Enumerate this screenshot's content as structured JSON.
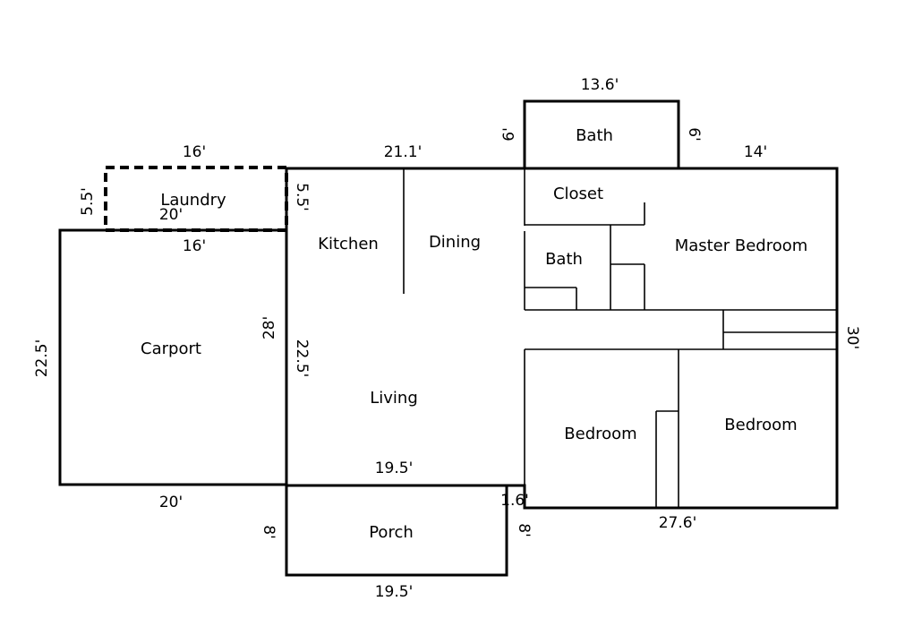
{
  "rooms": {
    "laundry": "Laundry",
    "carport": "Carport",
    "kitchen": "Kitchen",
    "dining": "Dining",
    "living": "Living",
    "porch": "Porch",
    "bath_top": "Bath",
    "closet": "Closet",
    "bath_inner": "Bath",
    "master_bedroom": "Master Bedroom",
    "bedroom_left": "Bedroom",
    "bedroom_right": "Bedroom"
  },
  "dimensions": {
    "bath_top_width": "13.6'",
    "bath_top_left": "6'",
    "bath_top_right": "6'",
    "top_middle": "21.1'",
    "top_right": "14'",
    "laundry_top": "16'",
    "laundry_left": "5.5'",
    "laundry_right": "5.5'",
    "laundry_inner": "20'",
    "laundry_bottom": "16'",
    "carport_left": "22.5'",
    "carport_right": "28'",
    "living_left": "22.5'",
    "right_side": "30'",
    "porch_top": "19.5'",
    "carport_bottom": "20'",
    "porch_left": "8'",
    "porch_right": "8'",
    "porch_step": "1.6'",
    "bottom_right": "27.6'",
    "porch_bottom": "19.5'"
  }
}
